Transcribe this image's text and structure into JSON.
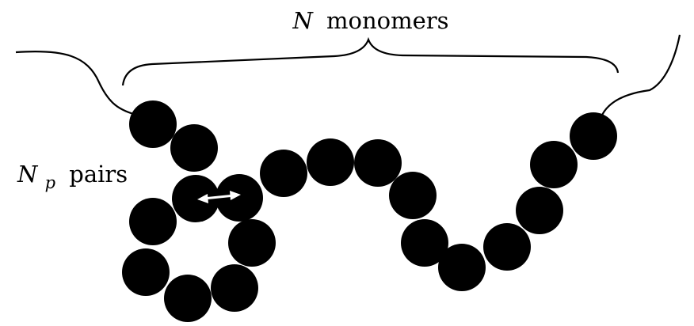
{
  "labels": {
    "chain_var": "N",
    "chain_word": "monomers",
    "pairs_var": "N",
    "pairs_sub": "p",
    "pairs_word": "pairs"
  },
  "colors": {
    "monomer_fill": "#000000",
    "line": "#000000",
    "arrow": "#ffffff",
    "background": "#ffffff"
  },
  "icons": {
    "pair_arrow": "double-headed-arrow",
    "brace": "curly-brace"
  }
}
